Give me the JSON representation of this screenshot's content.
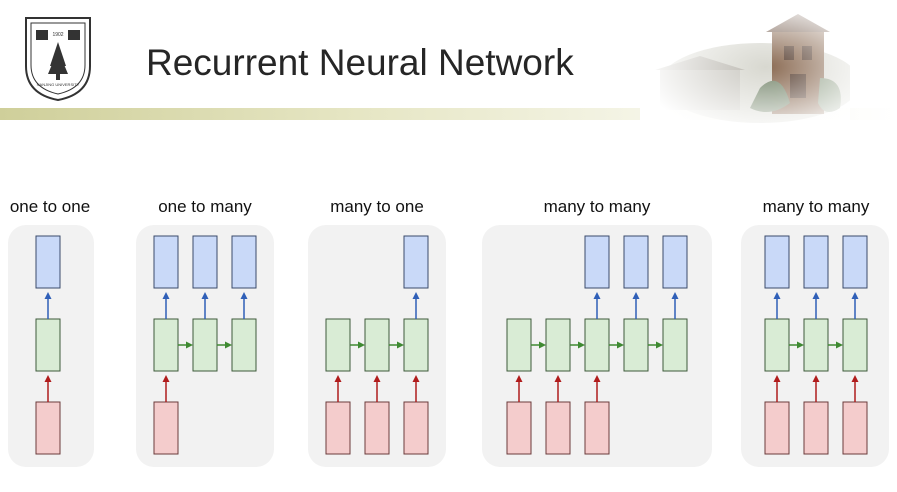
{
  "slide": {
    "title": "Recurrent Neural Network",
    "logo_text": "NANJING UNIVERSITY",
    "logo_year": "1902"
  },
  "colors": {
    "output": "#c9d9f8",
    "output_stroke": "#3b4a6b",
    "hidden": "#d9ecd5",
    "hidden_stroke": "#3d5a3a",
    "input": "#f4cccc",
    "input_stroke": "#6b3b3b",
    "arrow_up_output": "#2f5fb8",
    "arrow_up_input": "#b01c1c",
    "arrow_recurrent": "#3f8a32",
    "panel_bg": "#f2f2f2"
  },
  "panels": [
    {
      "label": "one to one",
      "inputs": [
        1
      ],
      "outputs": [
        1
      ],
      "cols": 1
    },
    {
      "label": "one to many",
      "inputs": [
        1,
        0,
        0
      ],
      "outputs": [
        1,
        1,
        1
      ],
      "cols": 3
    },
    {
      "label": "many to one",
      "inputs": [
        1,
        1,
        1
      ],
      "outputs": [
        0,
        0,
        1
      ],
      "cols": 3
    },
    {
      "label": "many to many",
      "inputs": [
        1,
        1,
        1,
        0,
        0
      ],
      "outputs": [
        0,
        0,
        1,
        1,
        1
      ],
      "cols": 5
    },
    {
      "label": "many to many",
      "inputs": [
        1,
        1,
        1
      ],
      "outputs": [
        1,
        1,
        1
      ],
      "cols": 3
    }
  ]
}
